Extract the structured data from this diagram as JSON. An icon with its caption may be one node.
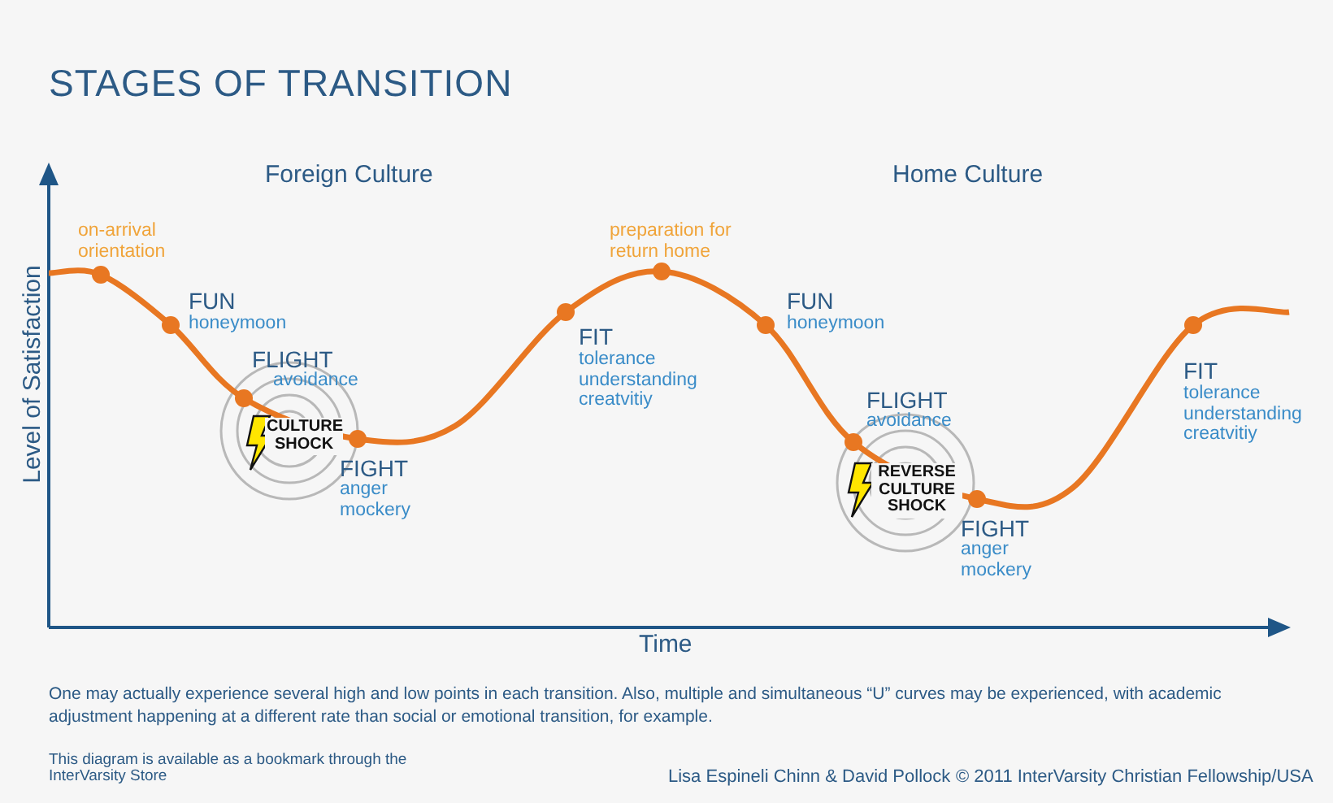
{
  "diagram": {
    "title": "STAGES OF TRANSITION",
    "caption": "One may actually experience several high and low points in each transition. Also, multiple and simultaneous “U” curves may be experienced, with academic adjustment happening at a different rate than social or emotional transition, for example.",
    "labels": [
      "Foreign Culture",
      "Home Culture",
      "on-arrival orientation",
      "preparation for return home",
      "FUN",
      "honeymoon",
      "FUN",
      "honeymoon",
      "FIT",
      "tolerance understanding creatvitiy",
      "FLIGHT",
      "avoidance",
      "FIT",
      "tolerance understanding creatvitiy",
      "FLIGHT",
      "avoidance",
      "CULTURE SHOCK",
      "FIGHT",
      "anger mockery",
      "REVERSE CULTURE SHOCK",
      "FIGHT",
      "anger mockery",
      "Level of Satisfaction",
      "Time",
      "This diagram is available as a bookmark through the InterVarsity Store",
      "Lisa Espineli Chinn & David Pollock",
      "© 2011 InterVarsity Christian Fellowship/USA"
    ]
  }
}
